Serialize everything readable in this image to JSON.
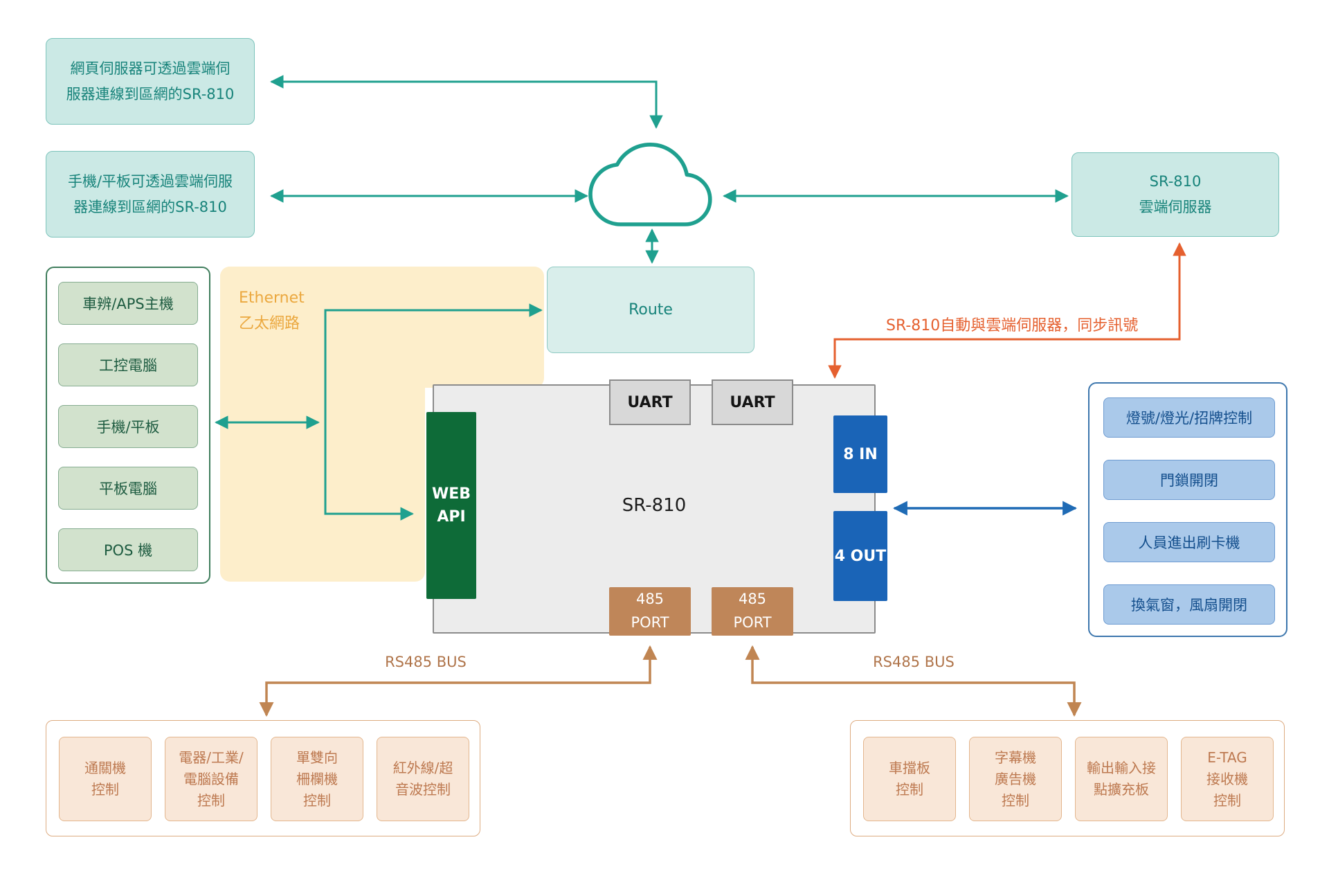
{
  "notes": {
    "web_note": "網頁伺服器可透過雲端伺\n服器連線到區網的SR-810",
    "mobile_note": "手機/平板可透過雲端伺服\n器連線到區網的SR-810",
    "sync_note": "SR-810自動與雲端伺服器，同步訊號"
  },
  "cloud_server": {
    "label": "SR-810\n雲端伺服器"
  },
  "route": {
    "label": "Route"
  },
  "ethernet": {
    "label": "Ethernet\n乙太網路"
  },
  "left_panel": {
    "items": [
      "車辨/APS主機",
      "工控電腦",
      "手機/平板",
      "平板電腦",
      "POS 機"
    ]
  },
  "device": {
    "name": "SR-810",
    "uart_left": "UART",
    "uart_right": "UART",
    "web_api": "WEB\nAPI",
    "input": "8 IN",
    "output": "4 OUT",
    "port_left": "485\nPORT",
    "port_right": "485\nPORT"
  },
  "right_panel": {
    "items": [
      "燈號/燈光/招牌控制",
      "門鎖開閉",
      "人員進出刷卡機",
      "換氣窗，風扇開閉"
    ]
  },
  "rs485": {
    "left": "RS485 BUS",
    "right": "RS485 BUS"
  },
  "bottom_left": {
    "items": [
      "通關機\n控制",
      "電器/工業/\n電腦設備\n控制",
      "單雙向\n柵欄機\n控制",
      "紅外線/超\n音波控制"
    ]
  },
  "bottom_right": {
    "items": [
      "車擋板\n控制",
      "字幕機\n廣告機\n控制",
      "輸出輸入接\n點擴充板",
      "E-TAG\n接收機\n控制"
    ]
  },
  "colors": {
    "teal": "#1fa08f",
    "blue": "#1f6bb5",
    "orange": "#e5602f",
    "brown": "#c08552",
    "web_api_green": "#0e6b38"
  }
}
